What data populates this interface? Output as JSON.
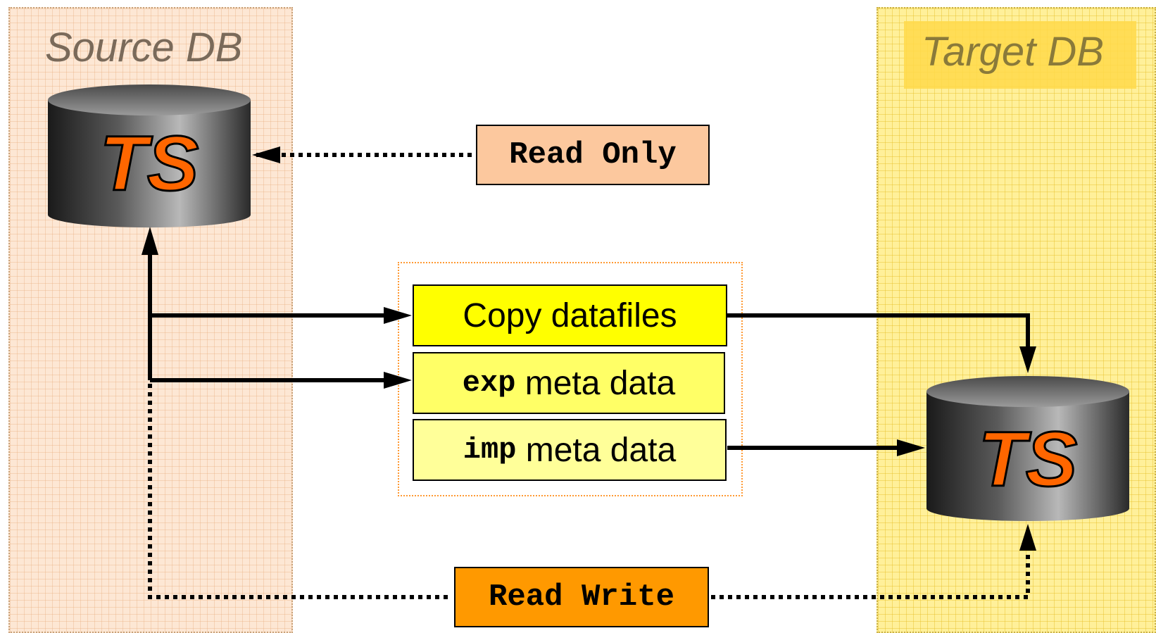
{
  "source": {
    "title": "Source DB",
    "db_label": "TS"
  },
  "target": {
    "title": "Target DB",
    "db_label": "TS"
  },
  "mode_boxes": {
    "read_only": "Read Only",
    "read_write": "Read Write"
  },
  "steps": {
    "copy": {
      "text": "Copy datafiles"
    },
    "export": {
      "cmd": "exp",
      "text": " meta data"
    },
    "import": {
      "cmd": "imp",
      "text": " meta data"
    }
  },
  "colors": {
    "source_panel": "#fde7d4",
    "target_panel": "#fff09a",
    "read_only_box": "#fcc89e",
    "read_write_box": "#ff9900",
    "copy_box": "#ffff00",
    "exp_box": "#ffff66",
    "imp_box": "#ffff99",
    "ts_label": "#ff6600"
  }
}
